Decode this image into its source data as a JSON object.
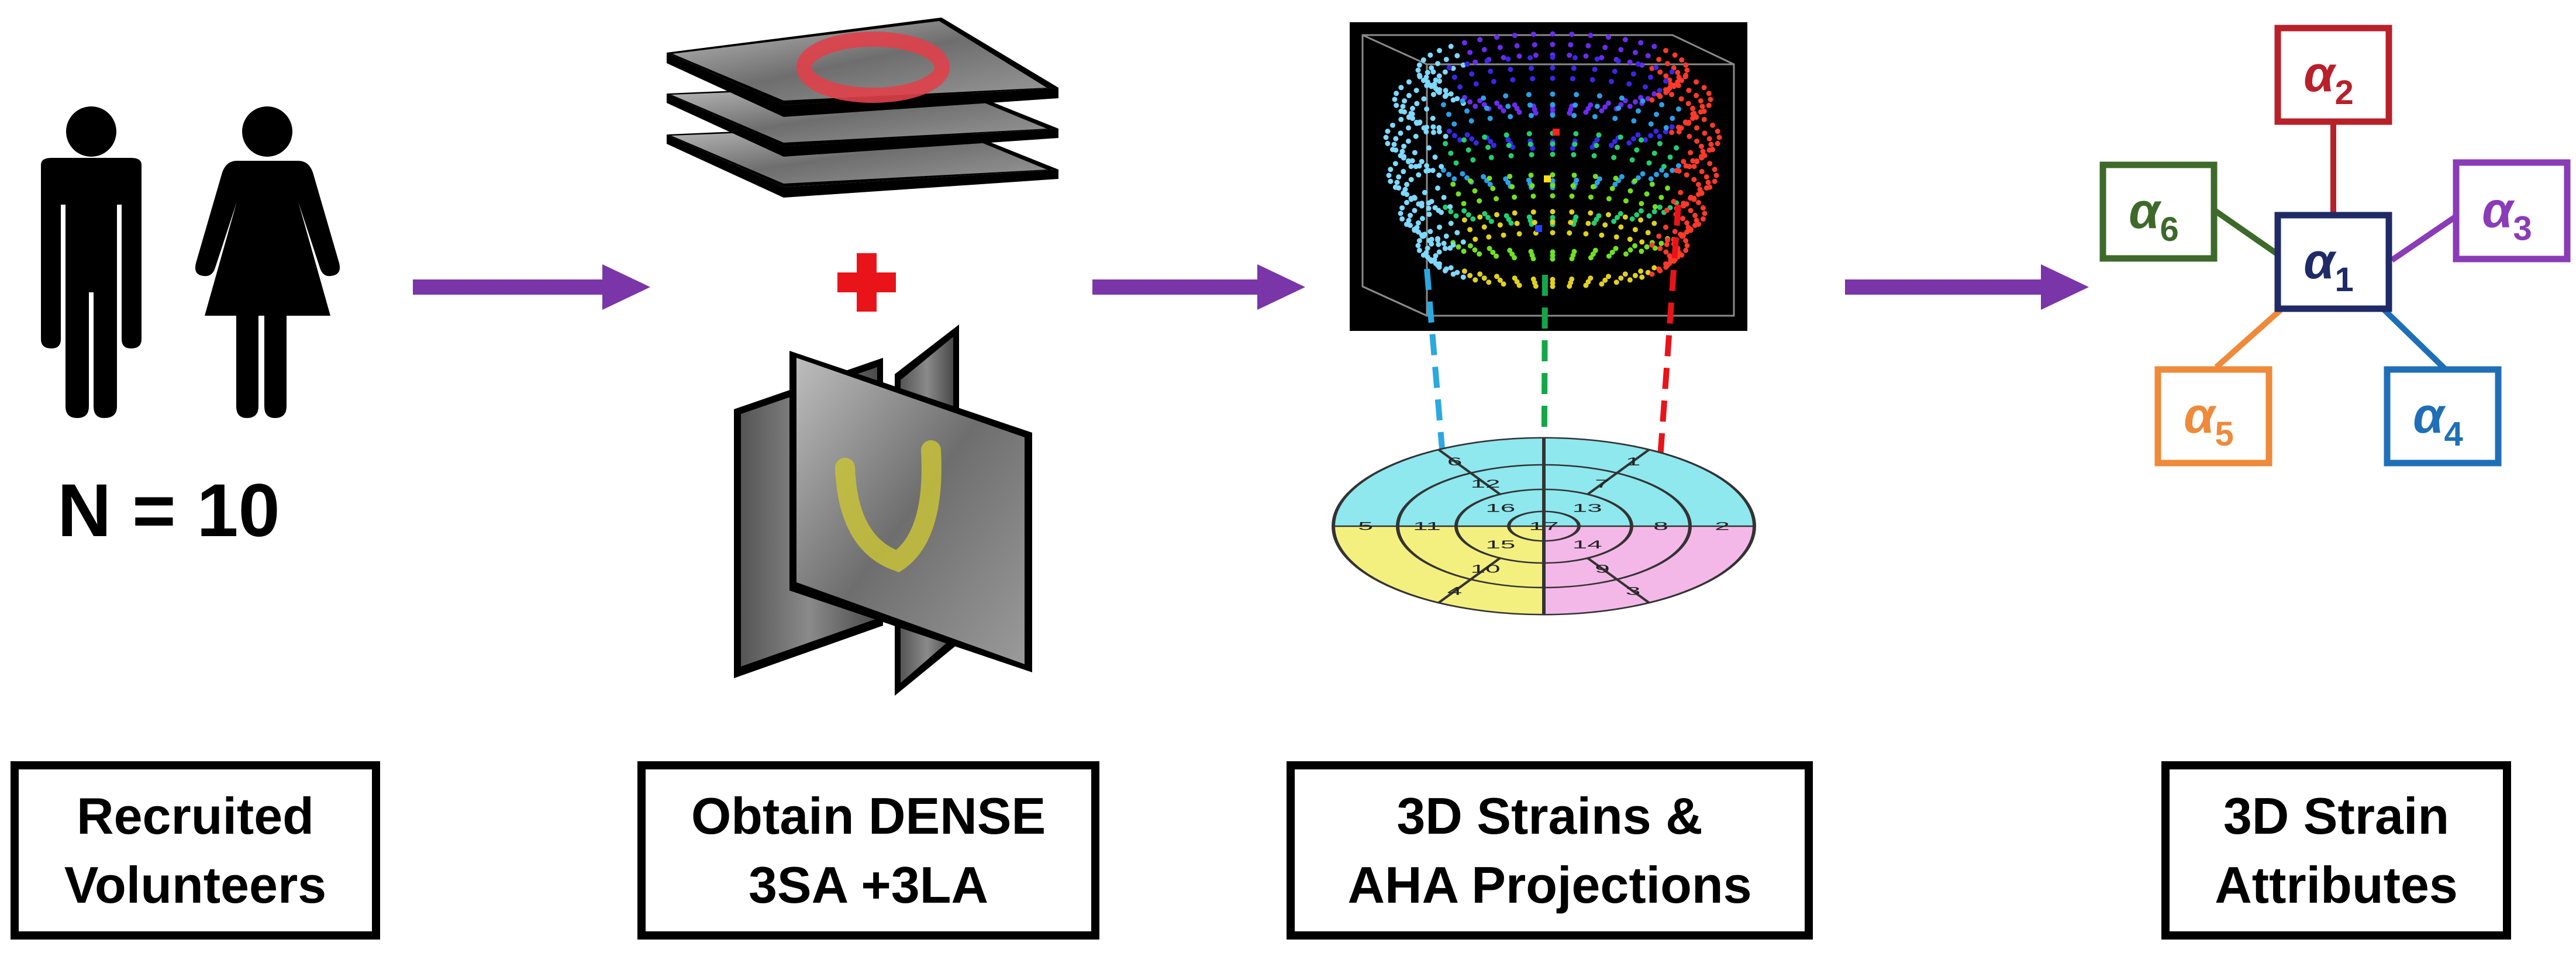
{
  "stages": [
    {
      "line1": "Recruited",
      "line2": "Volunteers"
    },
    {
      "line1": "Obtain DENSE",
      "line2": "3SA +3LA"
    },
    {
      "line1": "3D Strains &",
      "line2": "AHA Projections"
    },
    {
      "line1": "3D Strain",
      "line2": "Attributes"
    }
  ],
  "sample_size": "N = 10",
  "plus_sign": "+",
  "attributes": [
    {
      "symbol": "α",
      "sub": "1",
      "color": "#1f2a66"
    },
    {
      "symbol": "α",
      "sub": "2",
      "color": "#b8202a"
    },
    {
      "symbol": "α",
      "sub": "3",
      "color": "#8a3bb8"
    },
    {
      "symbol": "α",
      "sub": "4",
      "color": "#1f6fb8"
    },
    {
      "symbol": "α",
      "sub": "5",
      "color": "#ee8a3a"
    },
    {
      "symbol": "α",
      "sub": "6",
      "color": "#3d6a2a"
    }
  ],
  "aha_segment_numbers": [
    "1",
    "2",
    "3",
    "4",
    "5",
    "6",
    "7",
    "8",
    "9",
    "10",
    "11",
    "12",
    "13",
    "14",
    "15",
    "16",
    "17"
  ],
  "colors": {
    "arrow": "#7a35a8",
    "plus": "#e8141a",
    "projection_lines": [
      "#2aa8e0",
      "#14a64a",
      "#e8141a"
    ]
  }
}
